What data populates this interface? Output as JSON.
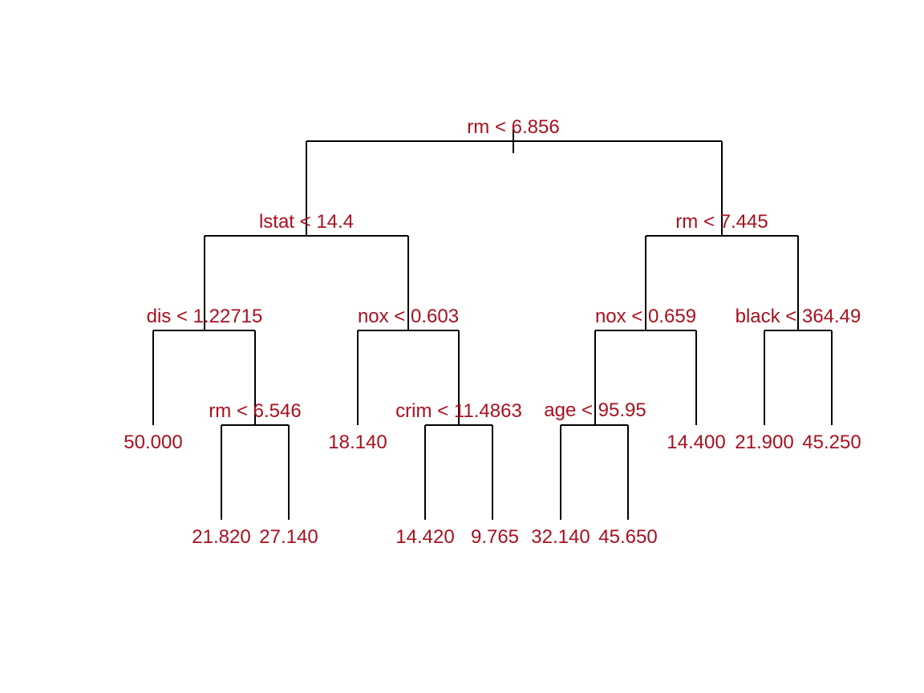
{
  "colors": {
    "edge": "#000000",
    "label": "#a8101e"
  },
  "tree": {
    "splits": [
      {
        "id": "n1",
        "label": "rm < 6.856"
      },
      {
        "id": "n2",
        "label": "lstat < 14.4"
      },
      {
        "id": "n3",
        "label": "rm < 7.445"
      },
      {
        "id": "n4",
        "label": "dis < 1.22715"
      },
      {
        "id": "n5",
        "label": "nox < 0.603"
      },
      {
        "id": "n6",
        "label": "nox < 0.659"
      },
      {
        "id": "n7",
        "label": "black < 364.49"
      },
      {
        "id": "n9",
        "label": "rm < 6.546"
      },
      {
        "id": "n11",
        "label": "crim < 11.4863"
      },
      {
        "id": "n12",
        "label": "age < 95.95"
      }
    ],
    "leaves": [
      {
        "id": "l1",
        "value": "50.000"
      },
      {
        "id": "l2",
        "value": "21.820"
      },
      {
        "id": "l3",
        "value": "27.140"
      },
      {
        "id": "l4",
        "value": "18.140"
      },
      {
        "id": "l5",
        "value": "14.420"
      },
      {
        "id": "l6",
        "value": "9.765"
      },
      {
        "id": "l7",
        "value": "32.140"
      },
      {
        "id": "l8",
        "value": "45.650"
      },
      {
        "id": "l9",
        "value": "14.400"
      },
      {
        "id": "l10",
        "value": "21.900"
      },
      {
        "id": "l11",
        "value": "45.250"
      }
    ]
  }
}
